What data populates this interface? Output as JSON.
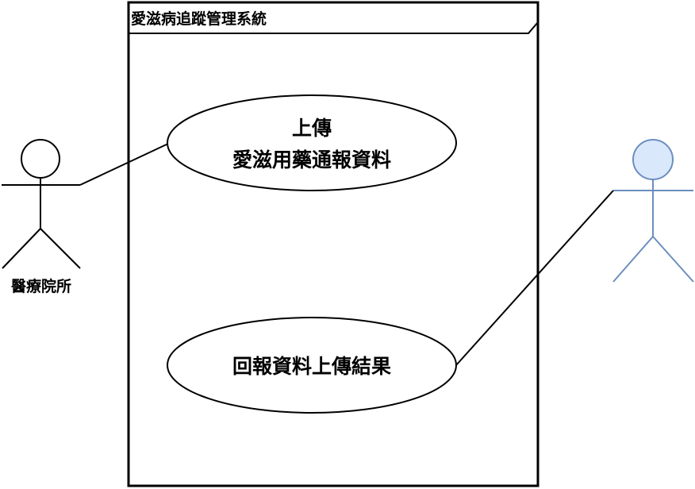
{
  "system": {
    "title": "愛滋病追蹤管理系統"
  },
  "use_cases": [
    {
      "line1": "上傳",
      "line2": "愛滋用藥通報資料"
    },
    {
      "line1": "回報資料上傳結果"
    }
  ],
  "actors": {
    "left": {
      "label": "醫療院所",
      "color": "#000000"
    },
    "right": {
      "label": "",
      "color": "#6c8ebf",
      "head_fill": "#dae8fc"
    }
  }
}
